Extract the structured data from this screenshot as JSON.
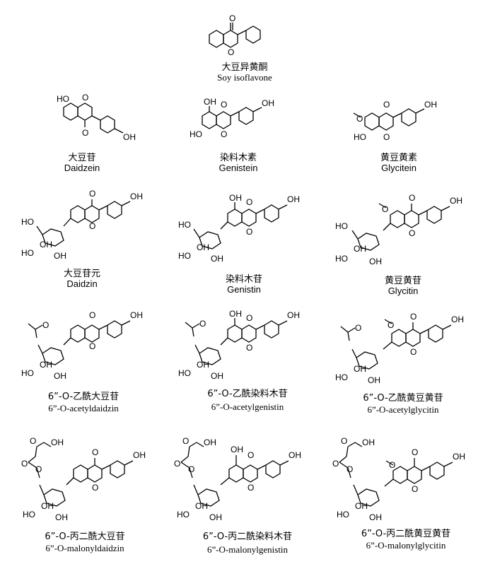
{
  "figure": {
    "items": [
      {
        "cn": "大豆异黄酮",
        "en": "Soy isoflavone"
      },
      {
        "cn": "大豆苷",
        "en": "Daidzein"
      },
      {
        "cn": "染料木素",
        "en": "Genistein"
      },
      {
        "cn": "黄豆黄素",
        "en": "Glycitein"
      },
      {
        "cn": "大豆苷元",
        "en": "Daidzin"
      },
      {
        "cn": "染料木苷",
        "en": "Genistin"
      },
      {
        "cn": "黄豆黄苷",
        "en": "Glycitin"
      },
      {
        "cn": "6”-O-乙酰大豆苷",
        "en": "6”-O-acetyldaidzin"
      },
      {
        "cn": "6”-O-乙酰染料木苷",
        "en": "6”-O-acetylgenistin"
      },
      {
        "cn": "6”-O-乙酰黄豆黄苷",
        "en": "6”-O-acetylglycitin"
      },
      {
        "cn": "6”-O-丙二酰大豆苷",
        "en": "6”-O-malonyldaidzin"
      },
      {
        "cn": "6”-O-丙二酰染料木苷",
        "en": "6”-O-malonylgenistin"
      },
      {
        "cn": "6”-O-丙二酰黄豆黄苷",
        "en": "6”-O-malonylglycitin"
      }
    ],
    "atom_labels": {
      "O": "O",
      "OH": "OH",
      "HO": "HO"
    }
  }
}
